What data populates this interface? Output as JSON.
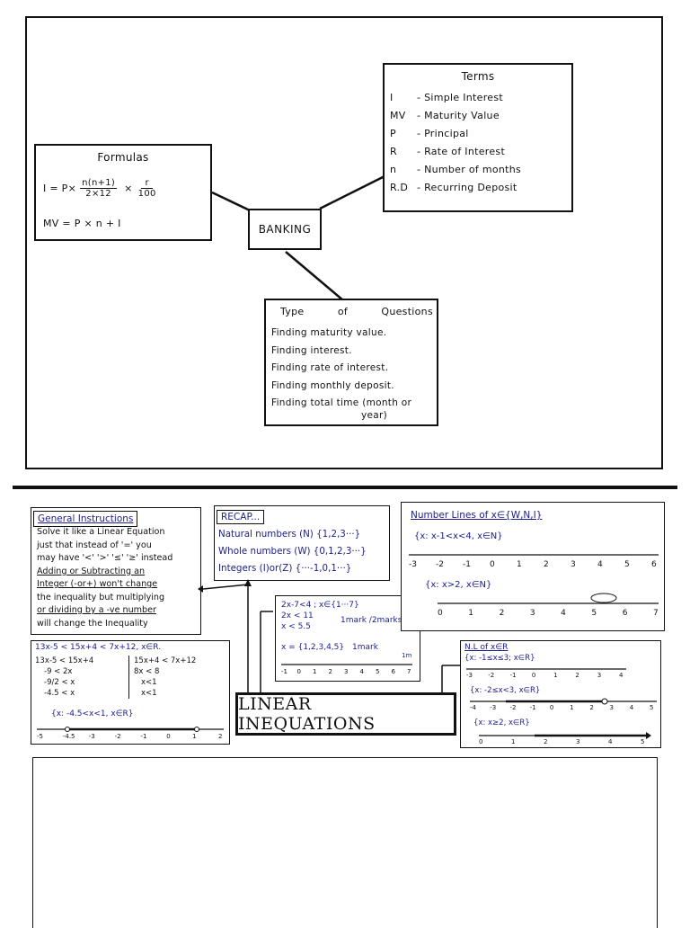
{
  "banking": {
    "center": "BANKING",
    "formulas": {
      "title": "Formulas",
      "interest_lhs": "I = P×",
      "frac1_num": "n(n+1)",
      "frac1_den": "2×12",
      "times": "×",
      "frac2_num": "r",
      "frac2_den": "100",
      "mv": "MV = P × n + I"
    },
    "terms": {
      "title": "Terms",
      "rows": [
        {
          "abbr": "I",
          "def": "- Simple Interest"
        },
        {
          "abbr": "MV",
          "def": "- Maturity Value"
        },
        {
          "abbr": "P",
          "def": "- Principal"
        },
        {
          "abbr": "R",
          "def": "- Rate of Interest"
        },
        {
          "abbr": "n",
          "def": "- Number of months"
        },
        {
          "abbr": "R.D",
          "def": "- Recurring Deposit"
        }
      ]
    },
    "questions": {
      "title_a": "Type",
      "title_b": "of",
      "title_c": "Questions",
      "rows": [
        "Finding maturity value.",
        "Finding interest.",
        "Finding rate of interest.",
        "Finding monthly deposit.",
        "Finding total time (month or",
        "year)"
      ]
    }
  },
  "linear": {
    "title": "LINEAR INEQUATIONS",
    "general": {
      "title": "General Instructions",
      "lines": [
        "Solve it like a Linear Equation",
        "just that instead of '=' you",
        "may have '<' '>' '≤' '≥' instead",
        "Adding or Subtracting an",
        "Integer (-or+) won't change",
        "the inequality but multiplying",
        "or dividing by a -ve number",
        "will change the Inequality"
      ]
    },
    "recap": {
      "title": "RECAP...",
      "lines": [
        "Natural numbers (N) {1,2,3···}",
        "Whole numbers (W) {0,1,2,3···}",
        "Integers (I)or(Z) {···-1,0,1···}"
      ]
    },
    "example": {
      "l1": "2x-7<4 ; x∈{1···7}",
      "l2": "2x < 11",
      "l3": "x < 5.5",
      "note": "1mark /2marks",
      "sol": "x = {1,2,3,4,5}",
      "sol_note": "1mark",
      "ticks": [
        "-1",
        "0",
        "1",
        "2",
        "3",
        "4",
        "5",
        "6",
        "7"
      ],
      "end": "1m"
    },
    "numline": {
      "title": "Number Lines of x∈{W,N,I}",
      "set1": "{x: x-1<x<4, x∈N}",
      "ticks1": [
        "-3",
        "-2",
        "-1",
        "0",
        "1",
        "2",
        "3",
        "4",
        "5",
        "6"
      ],
      "set2": "{x: x>2, x∈N}",
      "ticks2": [
        "0",
        "1",
        "2",
        "3",
        "4",
        "5",
        "6",
        "7"
      ]
    },
    "solve": {
      "header": "13x-5 < 15x+4 < 7x+12, x∈R.",
      "left": [
        "13x-5 < 15x+4",
        "-9 < 2x",
        "-9/2 < x",
        "-4.5 < x"
      ],
      "right": [
        "15x+4 < 7x+12",
        "8x < 8",
        "x<1",
        "x<1"
      ],
      "set": "{x: -4.5<x<1, x∈R}",
      "ticks": [
        "-5",
        "-4.5",
        "-3",
        "-2",
        "-1",
        "0",
        "1",
        "2"
      ]
    },
    "nl": {
      "title": "N.L of x∈R",
      "set1": "{x: -1≤x≤3; x∈R}",
      "ticks1": [
        "-3",
        "-2",
        "-1",
        "0",
        "1",
        "2",
        "3",
        "4"
      ],
      "set2": "{x: -2≤x<3, x∈R}",
      "ticks2": [
        "-4",
        "-3",
        "-2",
        "-1",
        "0",
        "1",
        "2",
        "3",
        "4",
        "5"
      ],
      "set3": "{x: x≥2, x∈R}",
      "ticks3": [
        "0",
        "1",
        "2",
        "3",
        "4",
        "5"
      ]
    }
  }
}
